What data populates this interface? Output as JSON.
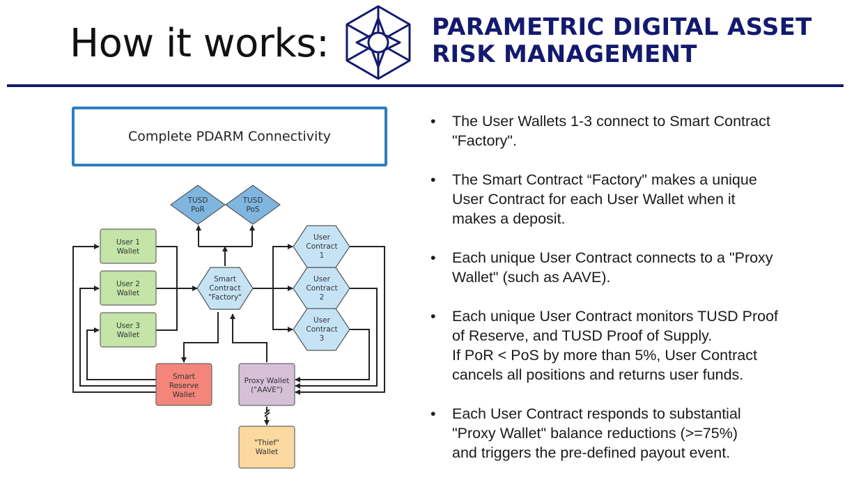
{
  "header": {
    "title": "How it works:",
    "brand_line1": "PARAMETRIC DIGITAL ASSET",
    "brand_line2": "RISK MANAGEMENT",
    "brand_color": "#131a6e"
  },
  "diagram": {
    "title": "Complete PDARM Connectivity",
    "nodes": {
      "tusd_por": [
        "TUSD",
        "PoR"
      ],
      "tusd_pos": [
        "TUSD",
        "PoS"
      ],
      "user1": [
        "User 1",
        "Wallet"
      ],
      "user2": [
        "User 2",
        "Wallet"
      ],
      "user3": [
        "User 3",
        "Wallet"
      ],
      "factory": [
        "Smart",
        "Contract",
        "\"Factory\""
      ],
      "uc1": [
        "User",
        "Contract",
        "1"
      ],
      "uc2": [
        "User",
        "Contract",
        "2"
      ],
      "uc3": [
        "User",
        "Contract",
        "3"
      ],
      "reserve": [
        "Smart",
        "Reserve",
        "Wallet"
      ],
      "proxy": [
        "Proxy Wallet",
        "(\"AAVE\")"
      ],
      "thief": [
        "\"Thief\"",
        "Wallet"
      ]
    },
    "colors": {
      "wallet": "#c5e4a8",
      "contract": "#c6e3f5",
      "tusd": "#7fb6e0",
      "reserve": "#f4857a",
      "proxy": "#d6c0d8",
      "thief": "#fcd9a0"
    }
  },
  "bullets": [
    [
      "The User Wallets 1-3 connect to Smart Contract",
      "\"Factory\"."
    ],
    [
      "The Smart Contract “Factory\" makes a unique",
      "User Contract for each User Wallet when it",
      "makes a deposit."
    ],
    [
      "Each unique User Contract connects to a \"Proxy",
      "Wallet\" (such as AAVE)."
    ],
    [
      "Each unique User Contract monitors TUSD Proof",
      "of Reserve, and TUSD Proof of Supply.",
      "If PoR < PoS by more than 5%, User Contract",
      "cancels all positions and returns user funds."
    ],
    [
      "Each User Contract responds to substantial",
      "\"Proxy Wallet\" balance reductions (>=75%)",
      "and triggers the pre-defined payout event."
    ]
  ],
  "bullet_glyph": "•"
}
